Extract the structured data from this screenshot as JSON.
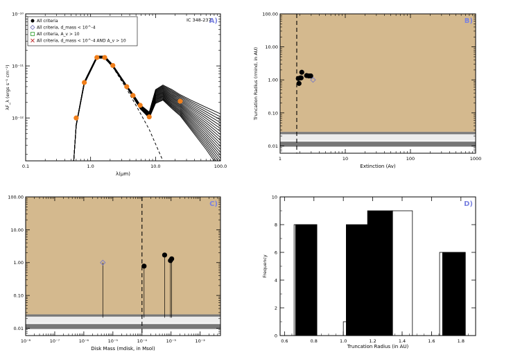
{
  "chart_data": [
    {
      "type": "line",
      "panel_label": "A)",
      "title": "IC 348-237",
      "xlabel": "λ(μm)",
      "ylabel": "λF_λ (ergs s⁻¹ cm⁻²)",
      "xscale": "log",
      "yscale": "log",
      "xlim": [
        0.1,
        100.0
      ],
      "ylim": [
        1.5e-13,
        1e-10
      ],
      "x_ticks": [
        0.1,
        1.0,
        10.0,
        100.0
      ],
      "x_tick_labels": [
        "0.1",
        "1.0",
        "10.0",
        "100.0"
      ],
      "y_ticks": [
        1e-12,
        1e-11,
        1e-10
      ],
      "y_tick_labels": [
        "10⁻¹²",
        "10⁻¹¹",
        "10⁻¹⁰"
      ],
      "legend_position": "top-left",
      "legend": [
        {
          "symbol": "filled-circle",
          "label": "All criteria",
          "color": "#000000"
        },
        {
          "symbol": "diamond",
          "label": "All criteria, d_mass < 10^-4",
          "color": "#7f7fbf"
        },
        {
          "symbol": "square",
          "label": "All criteria, A_v > 10",
          "color": "#3fa63f"
        },
        {
          "symbol": "cross",
          "label": "All criteria, d_mass < 10^-4 AND A_v > 10",
          "color": "#c03030"
        }
      ],
      "photometry": {
        "name": "observed fluxes",
        "color": "#f07f1b",
        "x": [
          0.6,
          0.8,
          1.25,
          1.65,
          2.2,
          3.6,
          4.5,
          5.8,
          8.0,
          24.0
        ],
        "y": [
          1e-12,
          4.8e-12,
          1.45e-11,
          1.45e-11,
          1.02e-11,
          4e-12,
          2.7e-12,
          1.75e-12,
          1.05e-12,
          2.1e-12
        ]
      },
      "stellar_photosphere": {
        "style": "dashed",
        "x": [
          0.55,
          0.6,
          0.8,
          1.25,
          1.65,
          2.2,
          3.6,
          4.5,
          5.8,
          8.0,
          13.0
        ],
        "y": [
          1.5e-13,
          7e-13,
          4.5e-12,
          1.45e-11,
          1.4e-11,
          9.5e-12,
          3.6e-12,
          2.2e-12,
          1.25e-12,
          6e-13,
          1.5e-13
        ]
      },
      "model_seds_envelope": {
        "x": [
          0.55,
          0.6,
          0.8,
          1.25,
          1.65,
          2.2,
          3.6,
          4.5,
          5.8,
          8.0,
          10.0,
          13.0,
          18.0,
          24.0,
          35.0,
          60.0,
          100.0
        ],
        "y_lower": [
          1.5e-13,
          7e-13,
          4.5e-12,
          1.4e-11,
          1.4e-11,
          9.5e-12,
          3.9e-12,
          2.5e-12,
          1.5e-12,
          1e-12,
          1.9e-12,
          2.2e-12,
          1.5e-12,
          1.1e-12,
          6e-13,
          2.5e-13,
          1e-13
        ],
        "y_upper": [
          1.5e-13,
          7.5e-13,
          5e-12,
          1.55e-11,
          1.55e-11,
          1.05e-11,
          4.2e-12,
          2.9e-12,
          1.8e-12,
          1.3e-12,
          3.5e-12,
          4.3e-12,
          3.5e-12,
          2.8e-12,
          2.2e-12,
          1.6e-12,
          1.2e-12
        ],
        "count": 20
      }
    },
    {
      "type": "scatter",
      "panel_label": "B)",
      "xlabel": "Extinction (Av)",
      "ylabel": "Truncation Radius (rmind, in AU)",
      "xscale": "log",
      "yscale": "log",
      "xlim": [
        1,
        1000
      ],
      "ylim": [
        0.006,
        100.0
      ],
      "x_ticks": [
        1,
        10,
        100,
        1000
      ],
      "x_tick_labels": [
        "1",
        "10",
        "100",
        "1000"
      ],
      "y_ticks": [
        0.01,
        0.1,
        1.0,
        10.0,
        100.0
      ],
      "y_tick_labels": [
        "0.01",
        "0.10",
        "1.00",
        "10.00",
        "100.00"
      ],
      "background_color": "#d4b98e",
      "dashed_vline_x": 1.8,
      "bands": [
        {
          "y0": 0.0225,
          "y1": 0.0265,
          "color": "#777777"
        },
        {
          "y0": 0.0145,
          "y1": 0.0225,
          "color": "#ececec"
        },
        {
          "y0": 0.0095,
          "y1": 0.0135,
          "color": "#777777"
        }
      ],
      "series": [
        {
          "name": "All criteria",
          "marker": "filled-circle",
          "color": "#000000",
          "x": [
            1.95,
            2.05,
            2.15,
            2.55,
            2.75,
            2.95,
            1.9,
            2.1
          ],
          "y": [
            0.78,
            1.15,
            1.7,
            1.35,
            1.32,
            1.32,
            1.1,
            1.15
          ]
        },
        {
          "name": "All criteria, d_mass < 10^-4",
          "marker": "diamond",
          "color": "#7f7fbf",
          "x": [
            3.2
          ],
          "y": [
            1.0
          ]
        }
      ]
    },
    {
      "type": "scatter",
      "panel_label": "C)",
      "xlabel": "Disk Mass (mdisk, in Msol)",
      "ylabel": "",
      "xscale": "log",
      "yscale": "log",
      "xlim": [
        1e-08,
        0.05
      ],
      "ylim": [
        0.006,
        100.0
      ],
      "x_ticks": [
        1e-08,
        1e-07,
        1e-06,
        1e-05,
        0.0001,
        0.001,
        0.01
      ],
      "x_tick_labels": [
        "10⁻⁸",
        "10⁻⁷",
        "10⁻⁶",
        "10⁻⁵",
        "10⁻⁴",
        "10⁻³",
        "10⁻²"
      ],
      "y_ticks": [
        0.01,
        0.1,
        1.0,
        10.0,
        100.0
      ],
      "y_tick_labels": [
        "0.01",
        "0.10",
        "1.00",
        "10.00",
        "100.00"
      ],
      "background_color": "#d4b98e",
      "dashed_vline_x": 0.0001,
      "bands": [
        {
          "y0": 0.0225,
          "y1": 0.0265,
          "color": "#777777"
        },
        {
          "y0": 0.0145,
          "y1": 0.0225,
          "color": "#ececec"
        },
        {
          "y0": 0.0095,
          "y1": 0.0135,
          "color": "#777777"
        }
      ],
      "stem_floor": 0.021,
      "series": [
        {
          "name": "All criteria",
          "marker": "filled-circle",
          "color": "#000000",
          "x": [
            0.000118,
            0.0006,
            0.00095,
            0.00105
          ],
          "y": [
            0.78,
            1.7,
            1.15,
            1.3
          ]
        },
        {
          "name": "All criteria, d_mass < 10^-4",
          "marker": "diamond",
          "color": "#7f7fbf",
          "x": [
            4.5e-06
          ],
          "y": [
            1.0
          ]
        }
      ]
    },
    {
      "type": "bar",
      "panel_label": "D)",
      "xlabel": "Truncation Radius (in AU)",
      "ylabel": "Frequency",
      "xlim": [
        0.57,
        1.9
      ],
      "ylim": [
        0,
        10
      ],
      "x_ticks": [
        0.6,
        0.8,
        1.0,
        1.2,
        1.4,
        1.6,
        1.8
      ],
      "x_tick_labels": [
        "0.6",
        "0.8",
        "1.0",
        "1.2",
        "1.4",
        "1.6",
        "1.8"
      ],
      "y_ticks": [
        0,
        2,
        4,
        6,
        8,
        10
      ],
      "y_tick_labels": [
        "0",
        "2",
        "4",
        "6",
        "8",
        "10"
      ],
      "series": [
        {
          "name": "outline",
          "fill": "none",
          "bars": [
            {
              "x0": 0.665,
              "x1": 0.82,
              "value": 8
            },
            {
              "x0": 1.0,
              "x1": 1.36,
              "value": 1
            },
            {
              "x0": 1.33,
              "x1": 1.47,
              "value": 9
            },
            {
              "x0": 1.655,
              "x1": 1.83,
              "value": 6
            }
          ]
        },
        {
          "name": "filled",
          "fill": "#000000",
          "bars": [
            {
              "x0": 0.675,
              "x1": 0.82,
              "value": 8
            },
            {
              "x0": 1.02,
              "x1": 1.165,
              "value": 8
            },
            {
              "x0": 1.165,
              "x1": 1.335,
              "value": 9
            },
            {
              "x0": 1.675,
              "x1": 1.83,
              "value": 6
            }
          ]
        }
      ]
    }
  ]
}
